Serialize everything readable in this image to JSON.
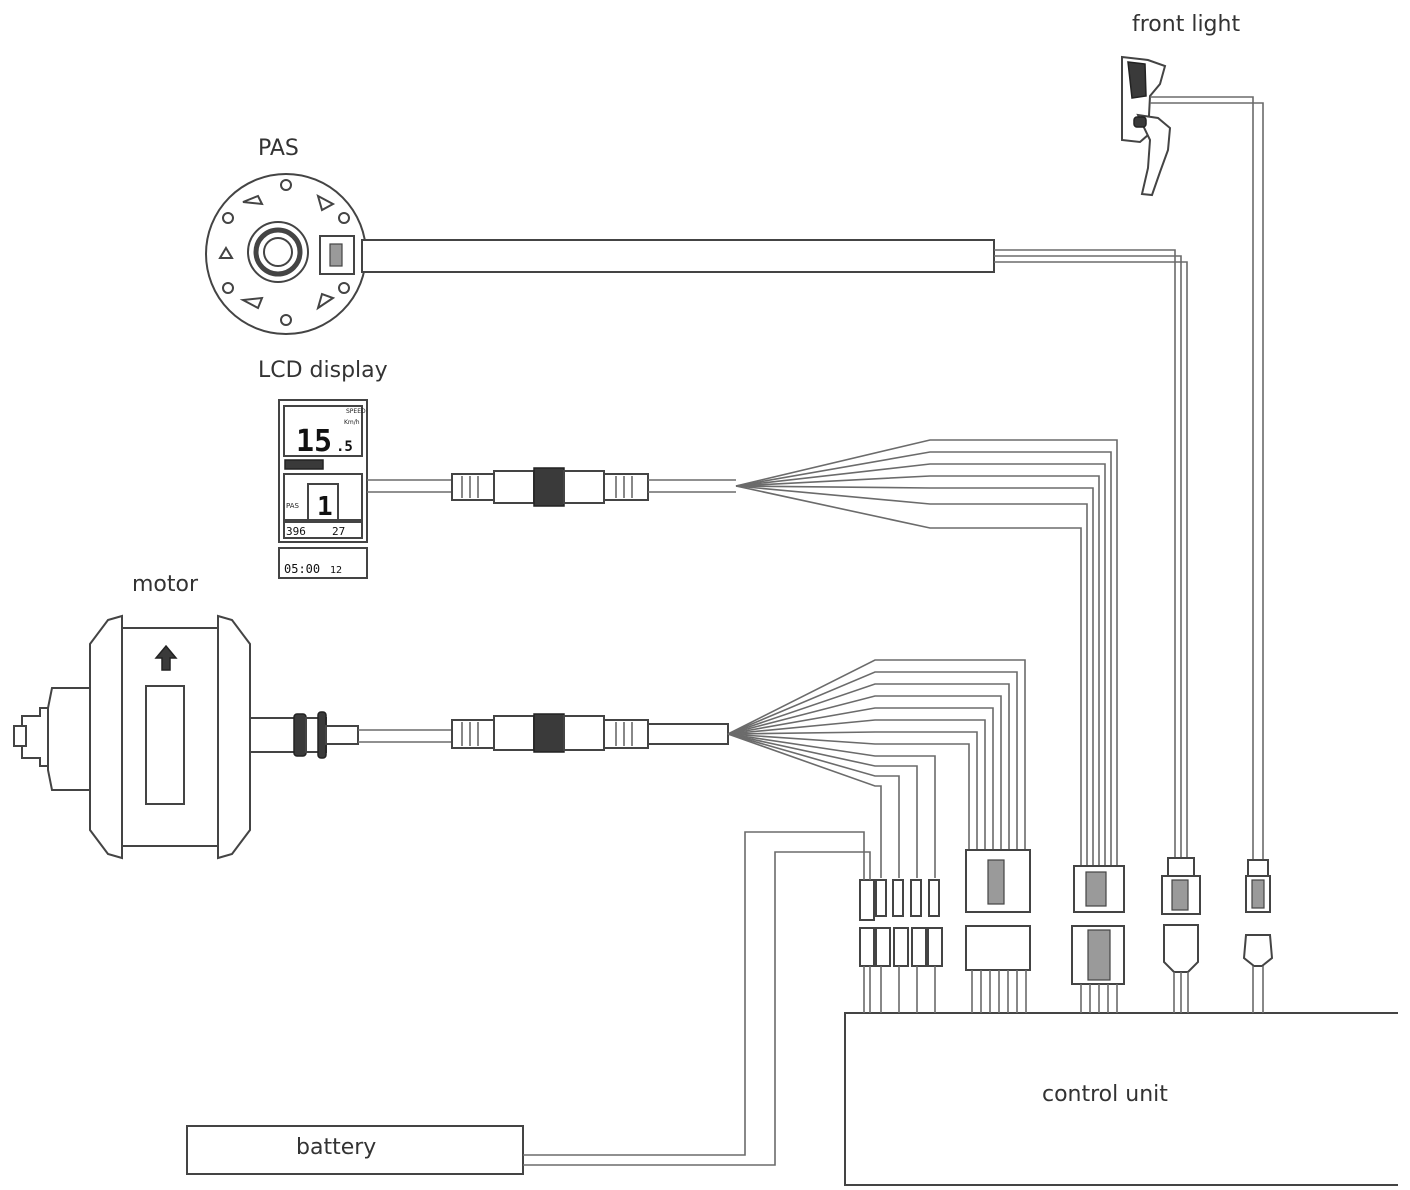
{
  "labels": {
    "front_light": "front light",
    "pas": "PAS",
    "lcd_display": "LCD display",
    "motor": "motor",
    "battery": "battery",
    "control_unit": "control unit"
  },
  "lcd_screen": {
    "header": "SPEED",
    "speed_main": "15",
    "speed_decimal": ".5",
    "speed_unit": "Km/h",
    "pas_label": "PAS",
    "pas_level": "1",
    "distance": "396",
    "temperature": "27",
    "time": "05:00",
    "time_extra": "12"
  }
}
